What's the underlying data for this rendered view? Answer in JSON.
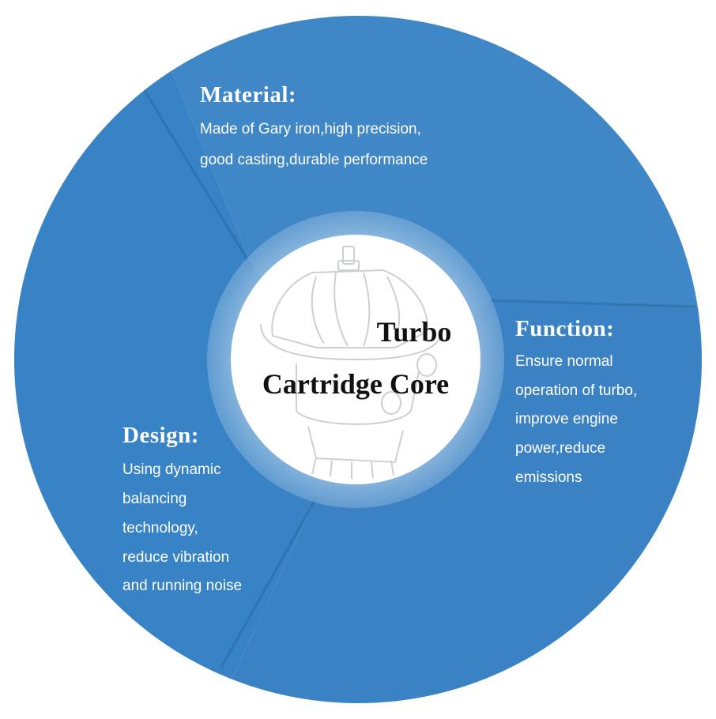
{
  "colors": {
    "segment_material": "#3f87c7",
    "segment_function": "#3b82c4",
    "segment_design": "#3883c5",
    "divider": "#2a6aa6",
    "ring": "#a7c8e6",
    "center_fill": "#ffffff",
    "text_light": "#ffffff",
    "text_dark": "#111111",
    "sketch": "#c4c8cc"
  },
  "center": {
    "line1": "Turbo",
    "line2": "Cartridge Core",
    "illustration": "turbo-cartridge-sketch"
  },
  "sections": {
    "material": {
      "title": "Material:",
      "lines": [
        "Made of Gary iron,high precision,",
        "good casting,durable performance"
      ]
    },
    "function": {
      "title": "Function:",
      "lines": [
        "Ensure normal",
        "operation of turbo,",
        "improve engine",
        "power,reduce",
        "emissions"
      ]
    },
    "design": {
      "title": "Design:",
      "lines": [
        "Using dynamic",
        "balancing",
        "technology,",
        "reduce vibration",
        "and running noise"
      ]
    }
  }
}
